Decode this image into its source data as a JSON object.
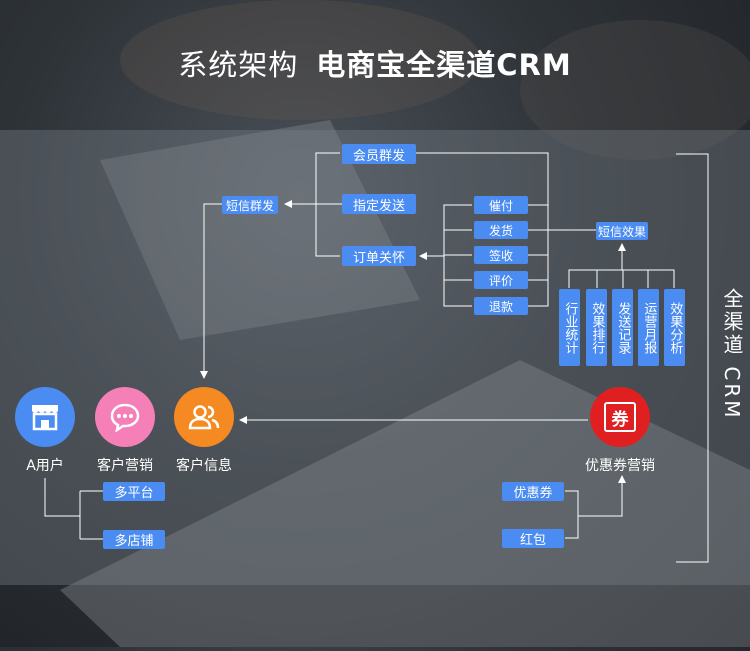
{
  "header": {
    "prefix": "系统架构",
    "title": "电商宝全渠道CRM"
  },
  "side_label": "全渠道 CRM",
  "boxes": {
    "member_mass": "会员群发",
    "sms_mass": "短信群发",
    "designated_send": "指定发送",
    "order_care": "订单关怀",
    "urge_pay": "催付",
    "ship": "发货",
    "sign": "签收",
    "review": "评价",
    "refund": "退款",
    "sms_effect": "短信效果",
    "multi_platform": "多平台",
    "multi_store": "多店铺",
    "coupon": "优惠券",
    "red_packet": "红包"
  },
  "vertical": {
    "industry_stats": "行业统计",
    "effect_rank": "效果排行",
    "send_record": "发送记录",
    "ops_report": "运营月报",
    "effect_analysis": "效果分析"
  },
  "nodes": {
    "user_a": {
      "label": "A用户",
      "color": "#4a8cf2"
    },
    "customer_marketing": {
      "label": "客户营销",
      "color": "#f57fb7"
    },
    "customer_info": {
      "label": "客户信息",
      "color": "#f58a22"
    },
    "coupon_marketing": {
      "label": "优惠券营销",
      "color": "#e02020",
      "glyph": "券"
    }
  }
}
